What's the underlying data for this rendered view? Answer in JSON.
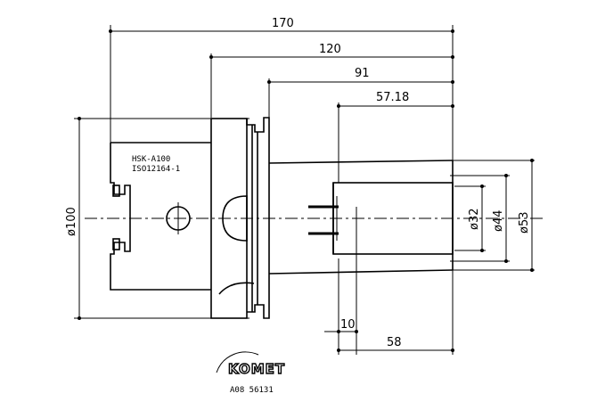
{
  "drawing": {
    "dimensions": {
      "overall_length": "170",
      "body_length": "120",
      "shank_length": "91",
      "clamp_length": "57.18",
      "bore_diameter": "ø32",
      "inner_diameter": "ø44",
      "outer_diameter": "ø53",
      "flange_diameter": "ø100",
      "offset": "10",
      "bore_depth": "58"
    },
    "labels": {
      "interface": "HSK-A100",
      "standard": "ISO12164-1",
      "brand": "KOMET",
      "part_number": "A08 56131"
    }
  }
}
